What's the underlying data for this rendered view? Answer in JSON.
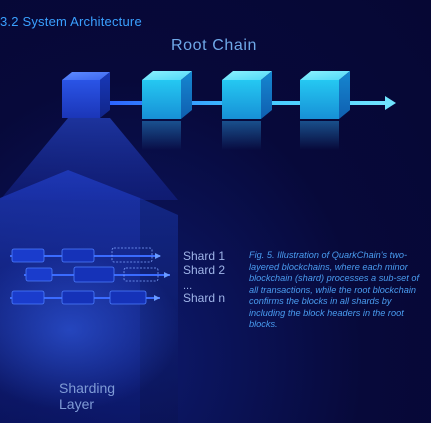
{
  "section_title": "3.2 System Architecture",
  "root_chain": {
    "title": "Root Chain",
    "block_count": 4
  },
  "shards": {
    "labels": [
      "Shard 1",
      "Shard 2",
      "...",
      "Shard n"
    ],
    "row_count": 3
  },
  "layer_label_line1": "Sharding",
  "layer_label_line2": "Layer",
  "caption": "Fig. 5. Illustration of QuarkChain's two-layered blockchains, where each minor blockchain (shard) processes a sub-set of all transactions, while the root blockchain confirms the blocks in all shards by including the block headers in the root blocks.",
  "colors": {
    "background": "#07093a",
    "section_title": "#3aa0ff",
    "cube_blue": "#1f4cd9",
    "cube_cyan": "#1cc3f0",
    "arrow": "#4fd6ff",
    "caption": "#4a9cf0"
  }
}
